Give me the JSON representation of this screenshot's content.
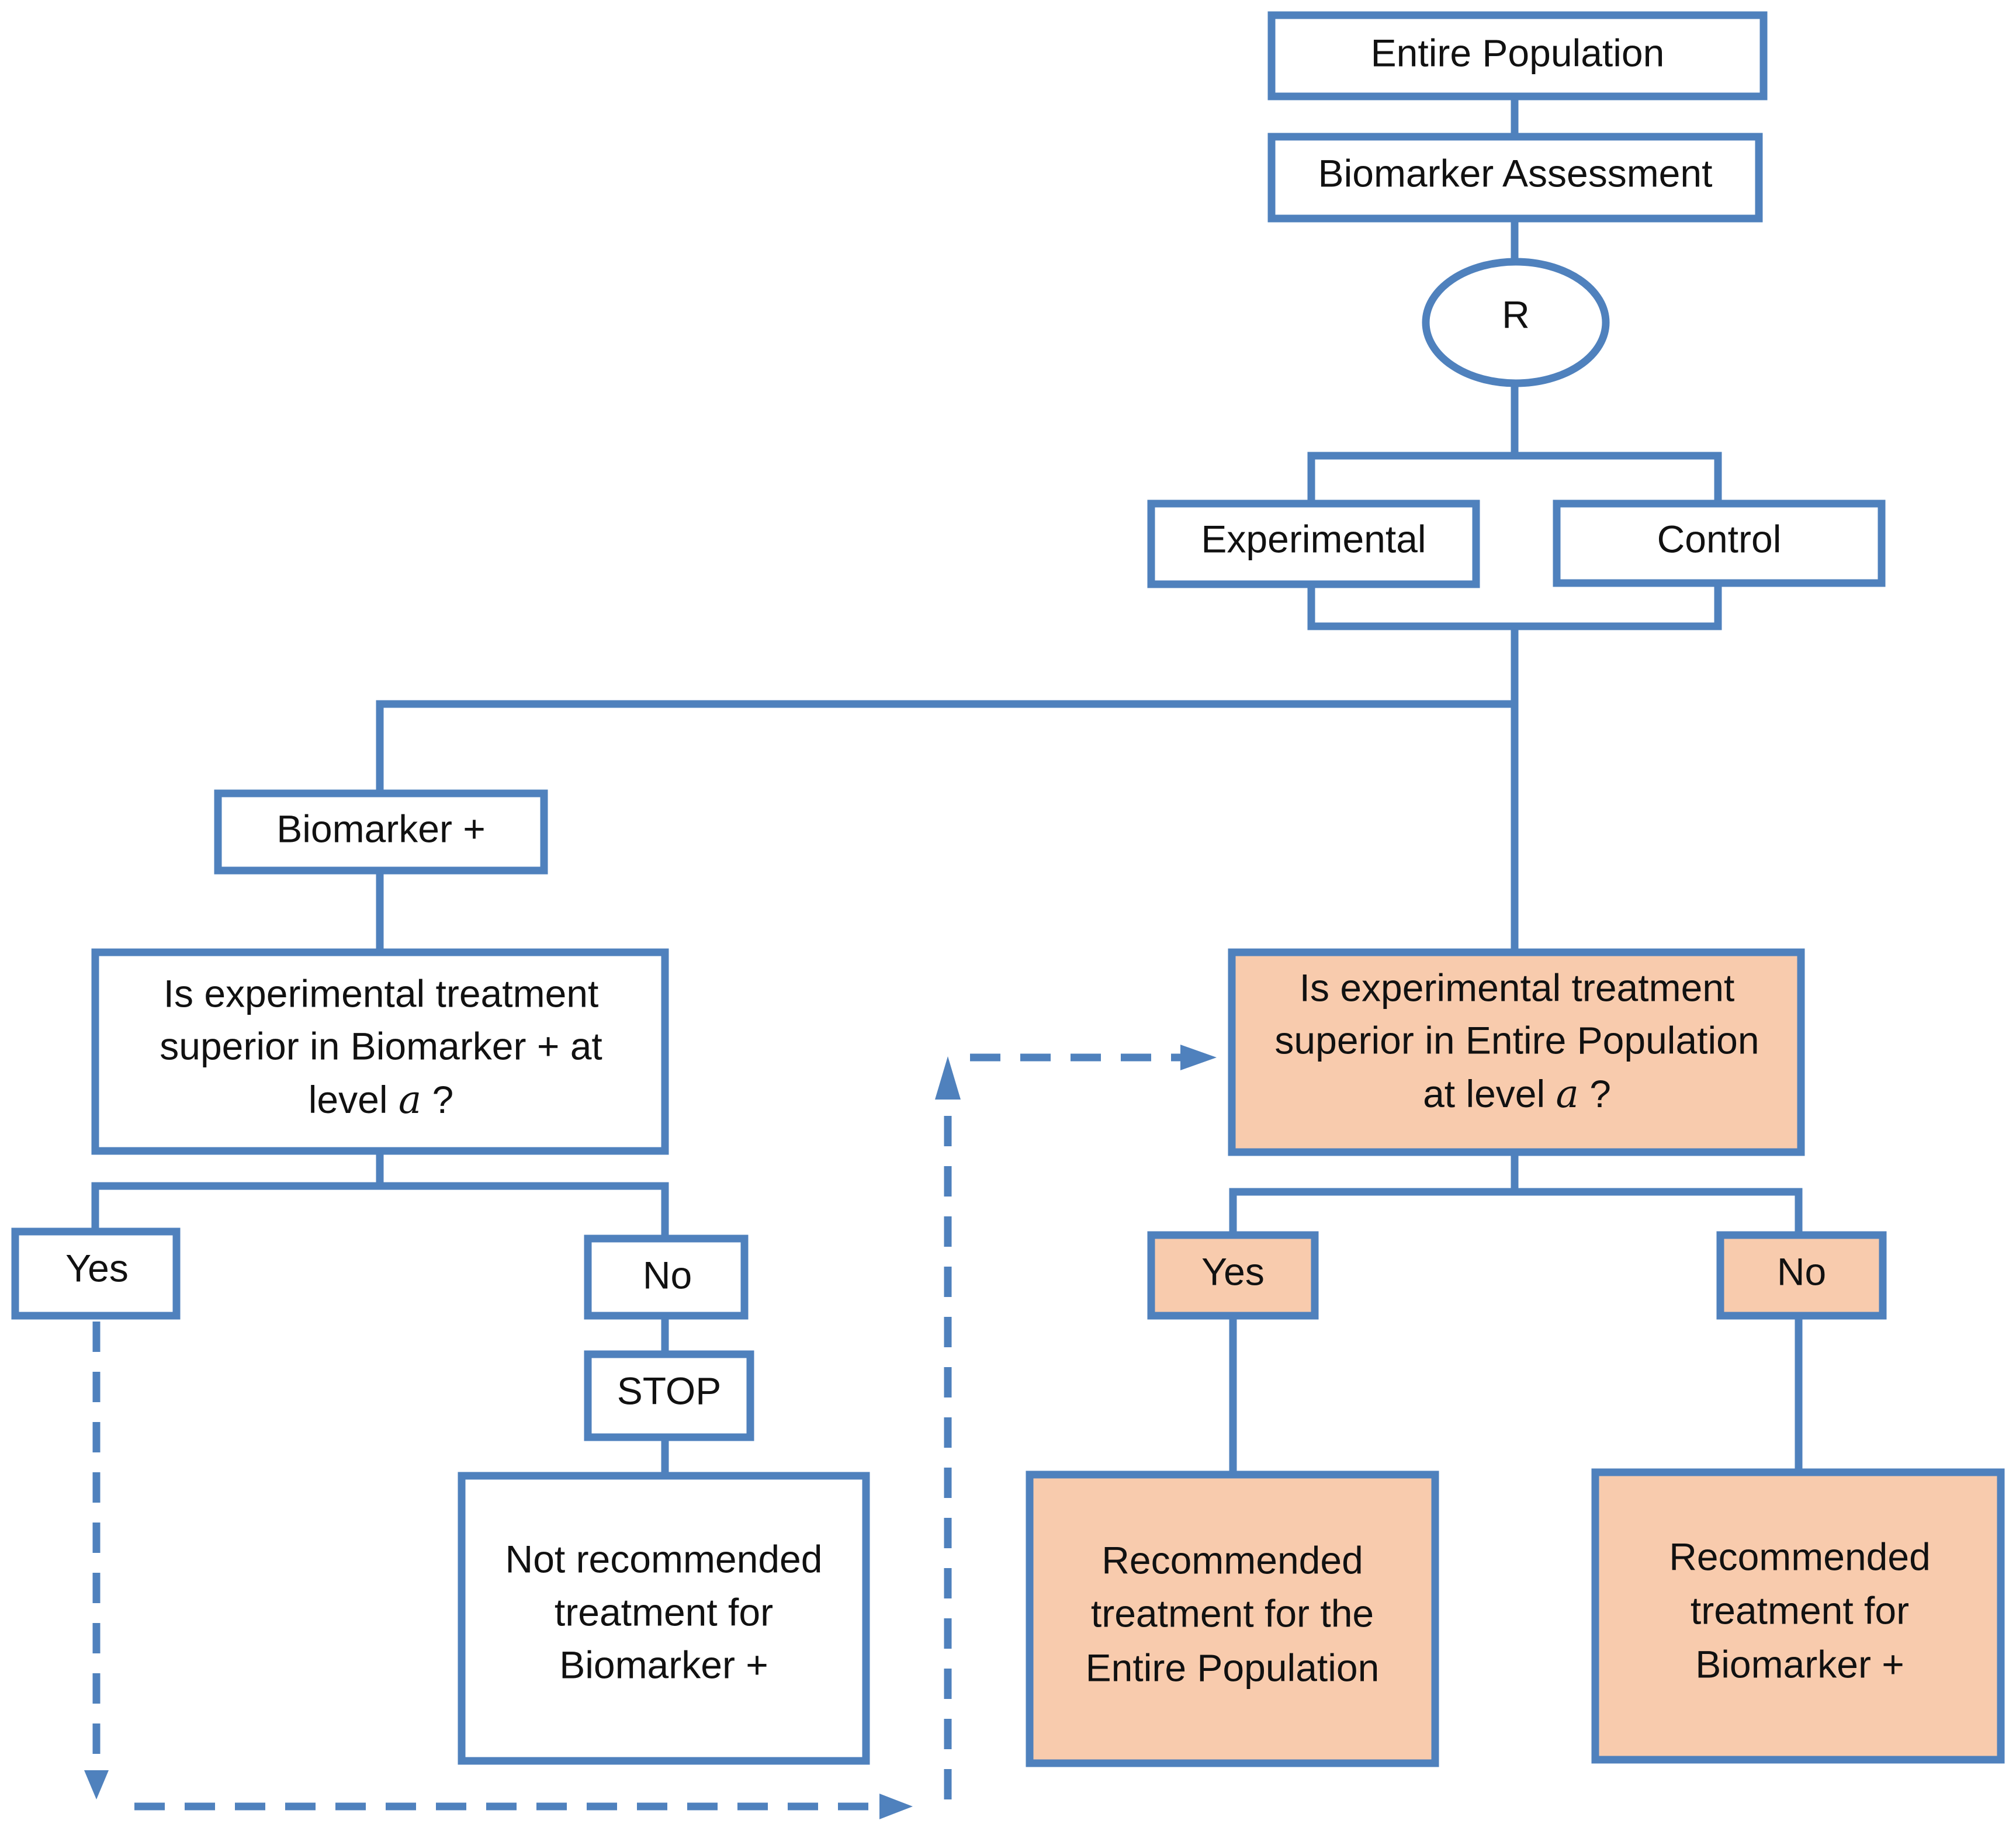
{
  "nodes": {
    "entire_population": "Entire Population",
    "biomarker_assessment": "Biomarker Assessment",
    "randomization": "R",
    "experimental": "Experimental",
    "control": "Control",
    "biomarker_plus": "Biomarker +",
    "question_biomarker": {
      "line1": "Is experimental treatment",
      "line2": "superior in Biomarker + at",
      "line3_prefix": "level ",
      "symbol": "a",
      "line3_suffix": " ?"
    },
    "question_entire": {
      "line1": "Is experimental treatment",
      "line2": "superior in Entire Population",
      "line3_prefix": "at level ",
      "symbol": "a",
      "line3_suffix": " ?"
    },
    "left_yes": "Yes",
    "left_no": "No",
    "stop": "STOP",
    "not_recommended": {
      "line1": "Not recommended",
      "line2": "treatment for",
      "line3": "Biomarker +"
    },
    "right_yes": "Yes",
    "right_no": "No",
    "recommended_entire": {
      "line1": "Recommended",
      "line2": "treatment for the",
      "line3": "Entire Population"
    },
    "recommended_biomarker": {
      "line1": "Recommended",
      "line2": "treatment for",
      "line3": "Biomarker +"
    }
  },
  "colors": {
    "stroke": "#4f81bd",
    "highlight_fill": "#f8cbad",
    "text": "#111111"
  }
}
